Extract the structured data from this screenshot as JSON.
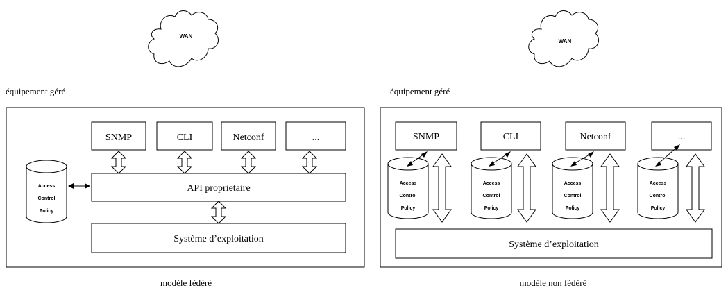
{
  "left": {
    "cloud_label": "WAN",
    "device_label": "équipement géré",
    "protocols": [
      "SNMP",
      "CLI",
      "Netconf",
      "..."
    ],
    "api_label": "API proprietaire",
    "os_label": "Système d’exploitation",
    "policy_lines": [
      "Access",
      "Control",
      "Policy"
    ],
    "caption": "modèle fédéré"
  },
  "right": {
    "cloud_label": "WAN",
    "device_label": "équipement géré",
    "protocols": [
      "SNMP",
      "CLI",
      "Netconf",
      "..."
    ],
    "policy_lines": [
      "Access",
      "Control",
      "Policy"
    ],
    "os_label": "Système d’exploitation",
    "caption": "modèle non fédéré"
  }
}
